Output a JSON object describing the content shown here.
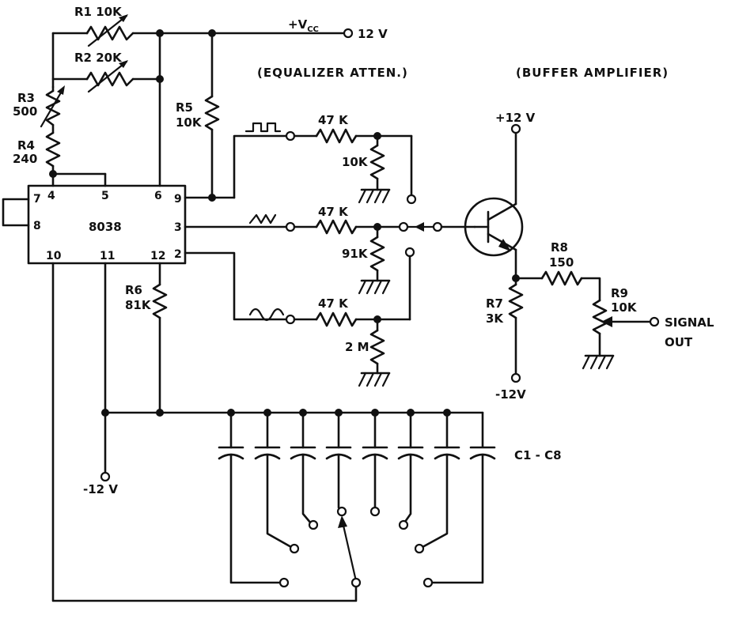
{
  "headers": {
    "equalizer": "(EQUALIZER ATTEN.)",
    "buffer": "(BUFFER AMPLIFIER)"
  },
  "supply": {
    "vcc": "+V",
    "vcc_sub": "CC",
    "vcc_value": "12 V",
    "pos12": "+12 V",
    "neg12_top": "-12V",
    "neg12_left": "-12 V"
  },
  "ic": {
    "name": "8038",
    "pins": [
      "7",
      "4",
      "5",
      "6",
      "9",
      "8",
      "3",
      "10",
      "11",
      "12",
      "2"
    ]
  },
  "components": {
    "r1": "R1 10K",
    "r2": "R2 20K",
    "r3": "R3",
    "r3v": "500",
    "r4": "R4",
    "r4v": "240",
    "r5": "R5",
    "r5v": "10K",
    "r6": "R6",
    "r6v": "81K",
    "r_sq_series": "47 K",
    "r_sq_shunt": "10K",
    "r_tri_series": "47 K",
    "r_tri_shunt": "91K",
    "r_sin_series": "47 K",
    "r_sin_shunt": "2 M",
    "r7": "R7",
    "r7v": "3K",
    "r8": "R8",
    "r8v": "150",
    "r9": "R9",
    "r9v": "10K",
    "caps": "C1 - C8"
  },
  "output": {
    "line1": "SIGNAL",
    "line2": "OUT"
  }
}
